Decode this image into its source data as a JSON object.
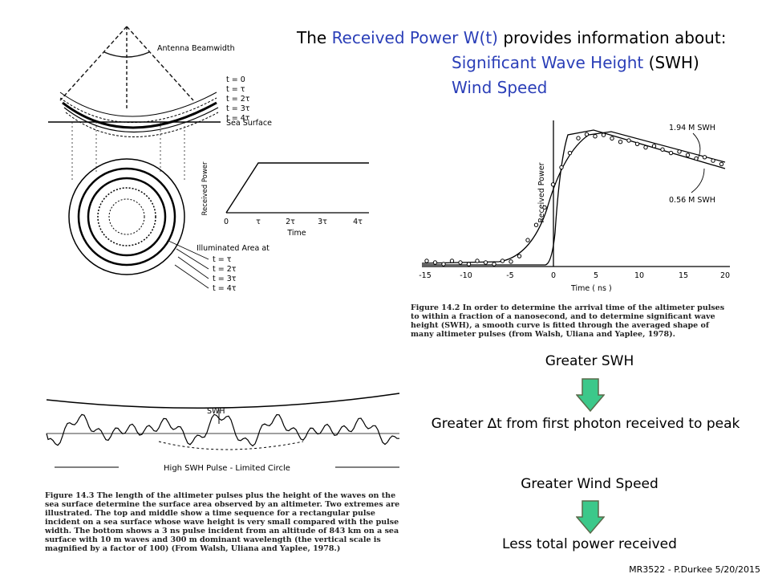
{
  "title": {
    "line1_prefix": "The ",
    "line1_highlight": "Received Power W(t)",
    "line1_suffix": " provides information about:",
    "line2_highlight": "Significant Wave Height",
    "line2_suffix": " (SWH)",
    "line3_highlight": "Wind Speed"
  },
  "fig_left": {
    "beam_label": "Antenna Beamwidth",
    "time_labels": [
      "t = 0",
      "t = τ",
      "t = 2τ",
      "t = 3τ",
      "t = 4τ"
    ],
    "sea_surface": "Sea Surface",
    "ylabel": "Received Power",
    "xlabel": "Time",
    "ticks": [
      "0",
      "τ",
      "2τ",
      "3τ",
      "4τ"
    ],
    "area_label": "Illuminated Area at",
    "area_times": [
      "t = τ",
      "t = 2τ",
      "t = 3τ",
      "t = 4τ"
    ]
  },
  "fig_right": {
    "ylabel": "Received Power",
    "xlabel": "Time ( ns )",
    "xticks": [
      "-15",
      "-10",
      "-5",
      "0",
      "5",
      "10",
      "15",
      "20"
    ],
    "label_high": "1.94 M SWH",
    "label_low": "0.56 M SWH",
    "caption": "Figure 14.2  In order to determine the arrival time of the altimeter pulses to within a fraction of a nanosecond, and to determine significant wave height (SWH), a smooth curve is fitted through the averaged shape of many altimeter pulses (from Walsh, Uliana and Yaplee, 1978)."
  },
  "fig_bottom": {
    "swh_label": "SWH",
    "pulse_label": "High SWH Pulse - Limited Circle",
    "caption": "Figure 14.3  The length of the altimeter pulses plus the height of the waves on the sea surface determine the surface area observed by an altimeter. Two extremes are illustrated. The top and middle show a time sequence for a rectangular pulse incident on a sea surface whose wave height is very small compared with the pulse width. The bottom shows a 3 ns pulse incident from an altitude of 843 km on a sea surface with 10 m waves and 300 m dominant wavelength (the vertical scale is magnified by a factor of 100) (From Walsh, Uliana and Yaplee, 1978.)"
  },
  "flow": {
    "step1": "Greater SWH",
    "step1_result": "Greater ∆t from first photon received to peak",
    "step2": "Greater Wind Speed",
    "step2_result": "Less total power received"
  },
  "colors": {
    "highlight": "#2b3fb8",
    "arrow_fill": "#3cc88a",
    "arrow_stroke": "#5a6a4a"
  },
  "footer": "MR3522 - P.Durkee 5/20/2015"
}
